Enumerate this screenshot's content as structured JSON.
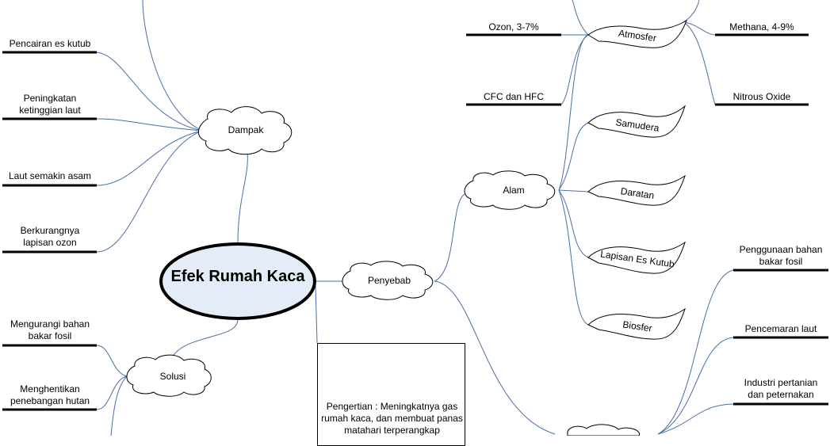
{
  "diagram": {
    "central_topic": "Efek Rumah Kaca",
    "branches": {
      "dampak": {
        "label": "Dampak",
        "items": [
          [
            "Pencairan es kutub"
          ],
          [
            "Peningkatan",
            "ketinggian laut"
          ],
          [
            "Laut semakin asam"
          ],
          [
            "Berkurangnya",
            "lapisan ozon"
          ]
        ]
      },
      "solusi": {
        "label": "Solusi",
        "items": [
          [
            "Mengurangi bahan",
            "bakar fosil"
          ],
          [
            "Menghentikan",
            "penebangan hutan"
          ]
        ]
      },
      "penyebab": {
        "label": "Penyebab",
        "alam": {
          "label": "Alam",
          "items": [
            "Samudera",
            "Daratan",
            "Lapisan Es Kutub",
            "Biosfer"
          ],
          "atmosfer": {
            "label": "Atmosfer",
            "gases": [
              "Ozon, 3-7%",
              "CFC dan HFC",
              "Methana, 4-9%",
              "Nitrous Oxide"
            ]
          }
        },
        "manusia_items": [
          [
            "Penggunaan bahan",
            "bakar fosil"
          ],
          [
            "Pencemaran laut"
          ],
          [
            "Industri pertanian",
            "dan peternakan"
          ]
        ]
      }
    },
    "definition": "Pengertian : Meningkatnya gas rumah kaca, dan membuat panas matahari terperangkap"
  }
}
